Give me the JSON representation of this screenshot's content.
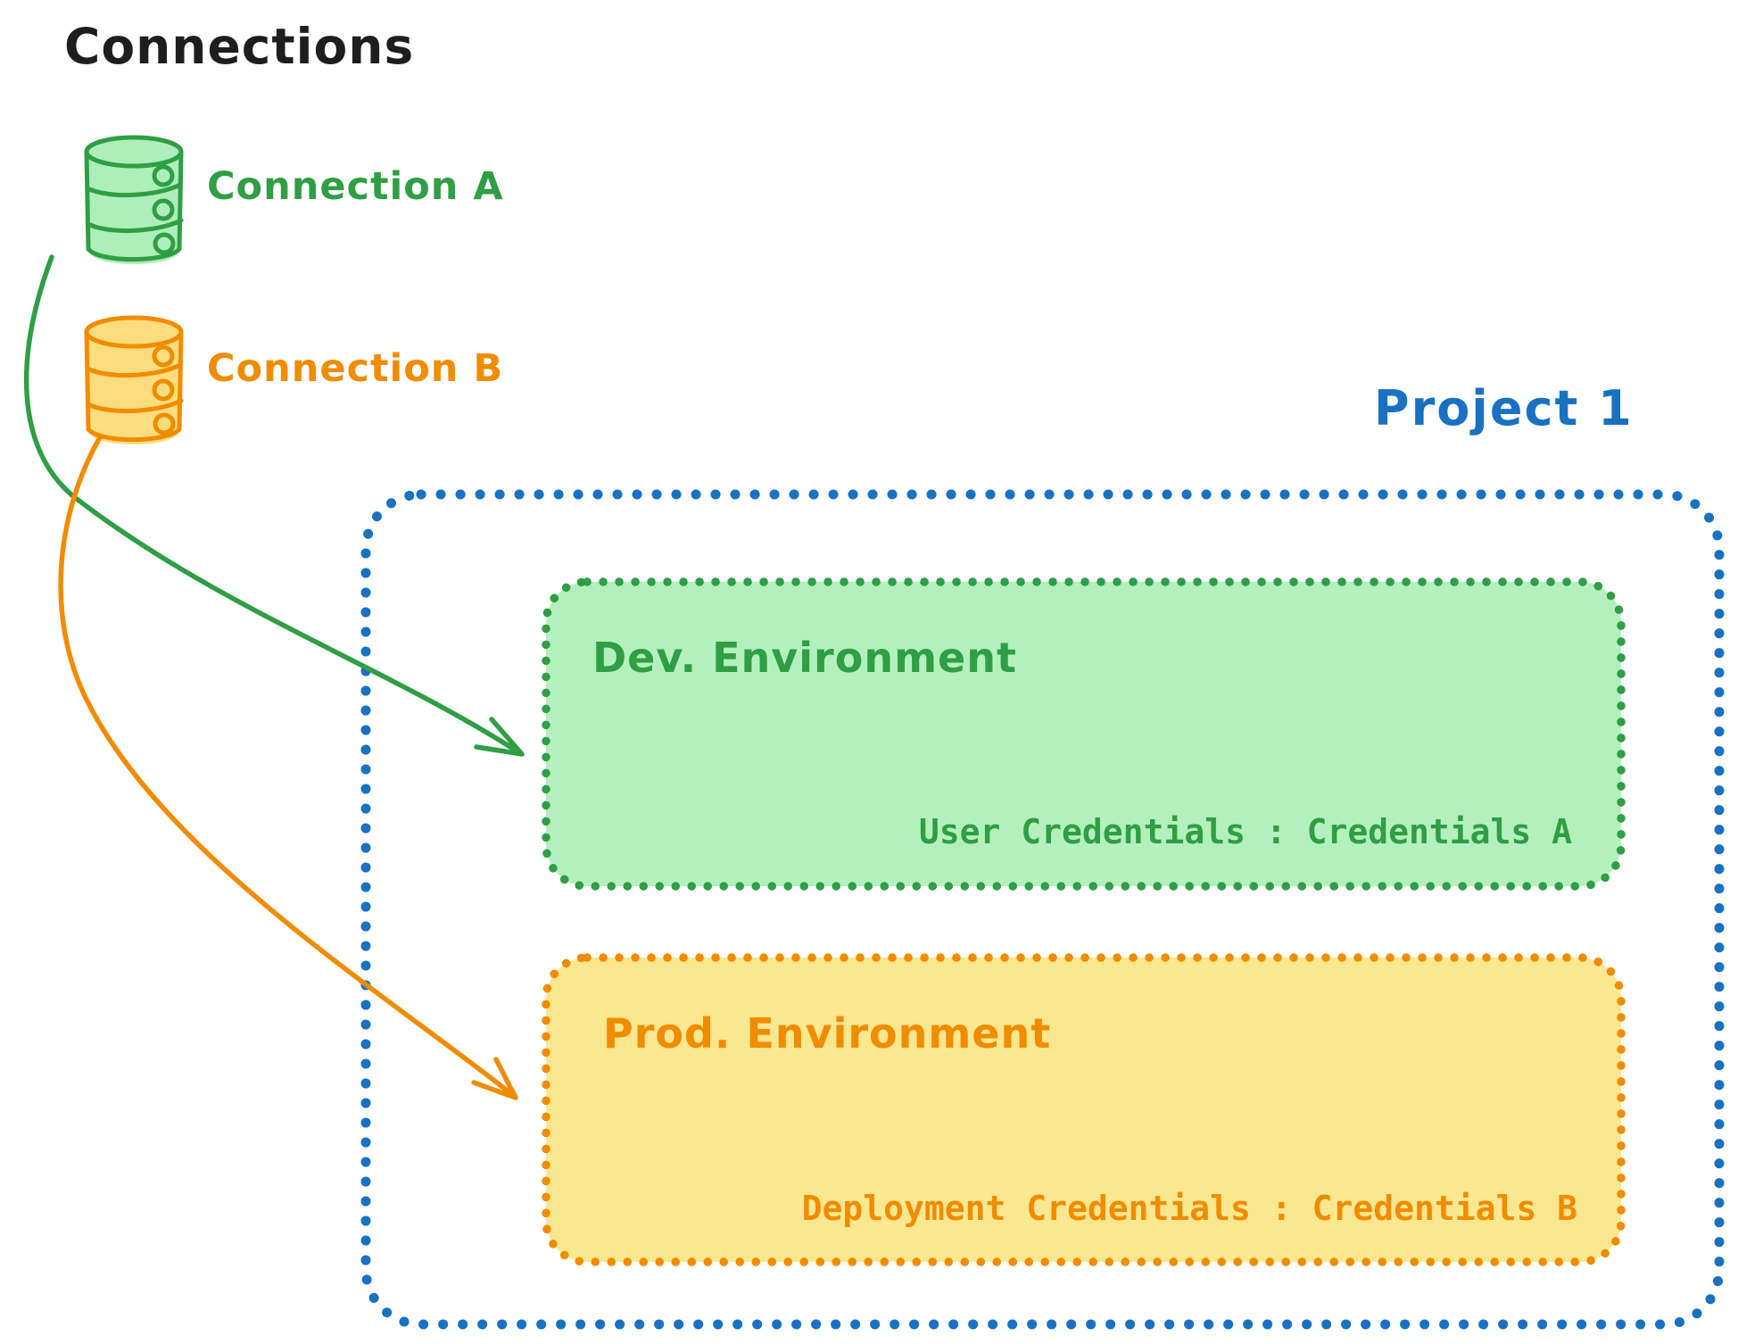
{
  "page": {
    "background_color": "#ffffff"
  },
  "connections_panel": {
    "title": "Connections",
    "title_color": "#1e1e1e",
    "items": [
      {
        "label": "Connection A",
        "color": "#2f9e44",
        "fill_color": "#aeeebb",
        "icon": "database-icon"
      },
      {
        "label": "Connection B",
        "color": "#f08c00",
        "fill_color": "#fbdd7f",
        "icon": "database-icon"
      }
    ]
  },
  "project": {
    "title": "Project 1",
    "title_color": "#1971c2",
    "border_color": "#1971c2",
    "environments": [
      {
        "name": "Dev. Environment",
        "credentials": "User Credentials : Credentials A",
        "stroke_color": "#2f9e44",
        "fill_color": "#b4f0bd"
      },
      {
        "name": "Prod. Environment",
        "credentials": "Deployment Credentials : Credentials B",
        "stroke_color": "#f08c00",
        "fill_color": "#fbe78f"
      }
    ]
  },
  "arrows": [
    {
      "name": "connection-a-to-dev-environment",
      "color": "#2f9e44"
    },
    {
      "name": "connection-b-to-prod-environment",
      "color": "#f08c00"
    }
  ]
}
